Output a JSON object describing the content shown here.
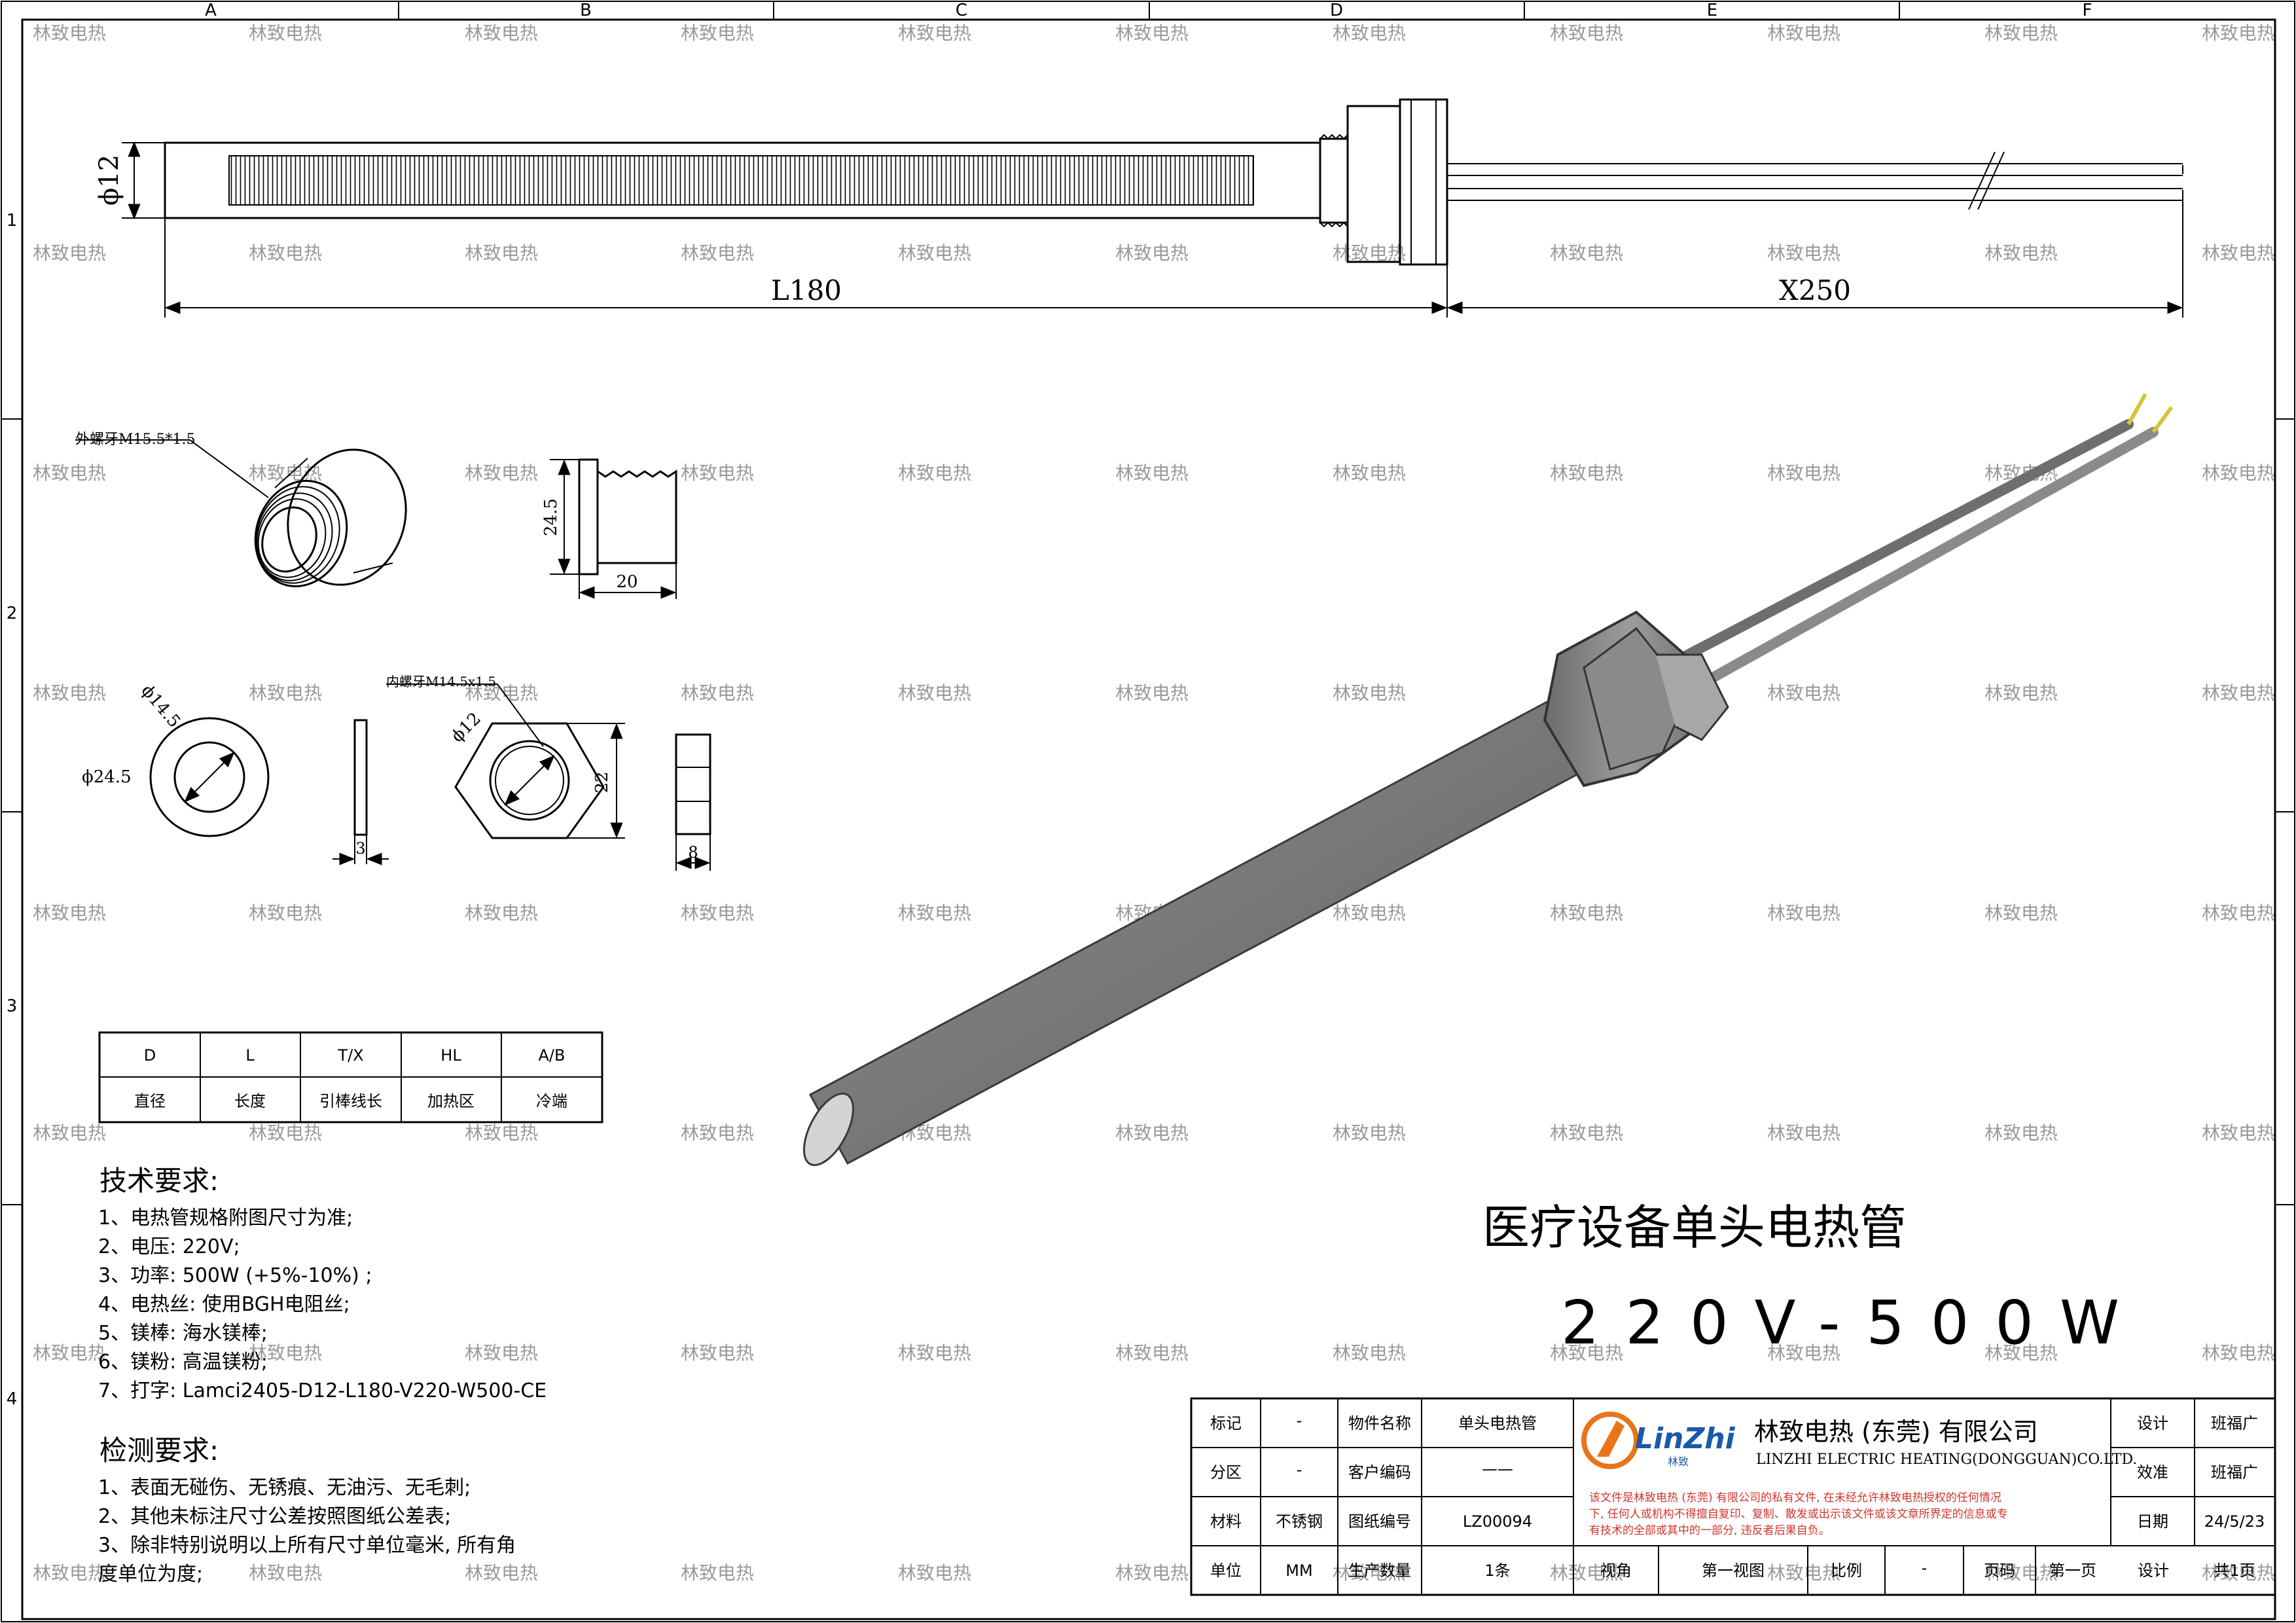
{
  "watermark": "林致电热",
  "frame": {
    "columns": [
      "A",
      "B",
      "C",
      "D",
      "E",
      "F"
    ],
    "rows": [
      "1",
      "2",
      "3",
      "4"
    ]
  },
  "dimensions": {
    "diameter": "ϕ12",
    "length": "L180",
    "lead_length": "X250",
    "thread_outer": "外螺牙M15.5*1.5",
    "fitting_height": "24.5",
    "fitting_width": "20",
    "washer_inner": "ϕ14.5",
    "washer_outer": "ϕ24.5",
    "washer_thickness": "3",
    "nut_thread": "内螺牙M14.5x1.5",
    "nut_bore": "ϕ12",
    "nut_across": "22",
    "nut_thickness": "8"
  },
  "legend_table": {
    "codes": [
      "D",
      "L",
      "T/X",
      "HL",
      "A/B"
    ],
    "meanings": [
      "直径",
      "长度",
      "引棒线长",
      "加热区",
      "冷端"
    ]
  },
  "tech_requirements": {
    "title": "技术要求:",
    "items": [
      "1、电热管规格附图尺寸为准;",
      "2、电压: 220V;",
      "3、功率: 500W (+5%-10%) ;",
      "4、电热丝: 使用BGH电阻丝;",
      "5、镁棒: 海水镁棒;",
      "6、镁粉: 高温镁粉;",
      "7、打字: Lamci2405-D12-L180-V220-W500-CE"
    ]
  },
  "inspection_requirements": {
    "title": "检测要求:",
    "items": [
      "1、表面无碰伤、无锈痕、无油污、无毛刺;",
      "2、其他未标注尺寸公差按照图纸公差表;",
      "3、除非特别说明以上所有尺寸单位毫米, 所有角",
      "度单位为度;"
    ]
  },
  "product": {
    "title": "医疗设备单头电热管",
    "spec": "220V-500W"
  },
  "title_block": {
    "labels": {
      "mark": "标记",
      "zone": "分区",
      "material": "材料",
      "unit": "单位",
      "part_name": "物件名称",
      "customer_code": "客户编码",
      "drawing_no": "图纸编号",
      "quantity": "生产数量",
      "view_angle": "视角",
      "scale": "比例",
      "page": "页码",
      "design": "设计",
      "check": "效准",
      "date": "日期"
    },
    "values": {
      "mark": "-",
      "zone": "-",
      "material": "不锈钢",
      "unit": "MM",
      "part_name": "单头电热管",
      "customer_code": "——",
      "drawing_no": "LZ00094",
      "quantity": "1条",
      "view_angle": "第一视图",
      "scale": "-",
      "page_no": "第一页",
      "page_total": "共1页",
      "designer": "班福广",
      "checker": "班福广",
      "date": "24/5/23"
    },
    "company": {
      "logo_text": "LinZhi",
      "logo_sub": "林致",
      "name_cn": "林致电热 (东莞) 有限公司",
      "name_en": "LINZHI ELECTRIC HEATING(DONGGUAN)CO.LTD.",
      "notice": [
        "该文件是林致电热 (东莞) 有限公司的私有文件, 在未经允许林致电热授权的任何情况",
        "下, 任何人或机构不得擅自复印、复制、散发或出示该文件或该文章所界定的信息或专",
        "有技术的全部或其中的一部分, 违反者后果自负。"
      ]
    }
  },
  "colors": {
    "line": "#000000",
    "watermark": "#9a9a9a",
    "tube": "#7d7d7d",
    "logo_orange": "#e8751a",
    "logo_blue": "#1a5aa8",
    "notice_red": "#d0342c",
    "lead_tip": "#d8c23a"
  }
}
